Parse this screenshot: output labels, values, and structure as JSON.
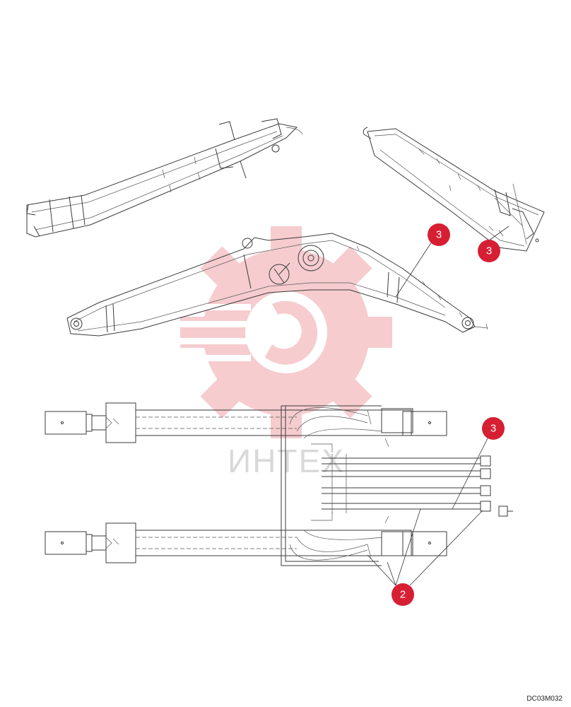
{
  "watermark": {
    "text": "ИНТЕХ",
    "color": "#e04a55"
  },
  "callouts": [
    {
      "id": "3",
      "label": "3"
    },
    {
      "id": "3",
      "label": "3"
    },
    {
      "id": "3",
      "label": "3"
    },
    {
      "id": "2",
      "label": "2"
    }
  ],
  "drawing_code": "DC03M032",
  "colors": {
    "callout": "#d61f33",
    "line": "#3a3a3a"
  }
}
